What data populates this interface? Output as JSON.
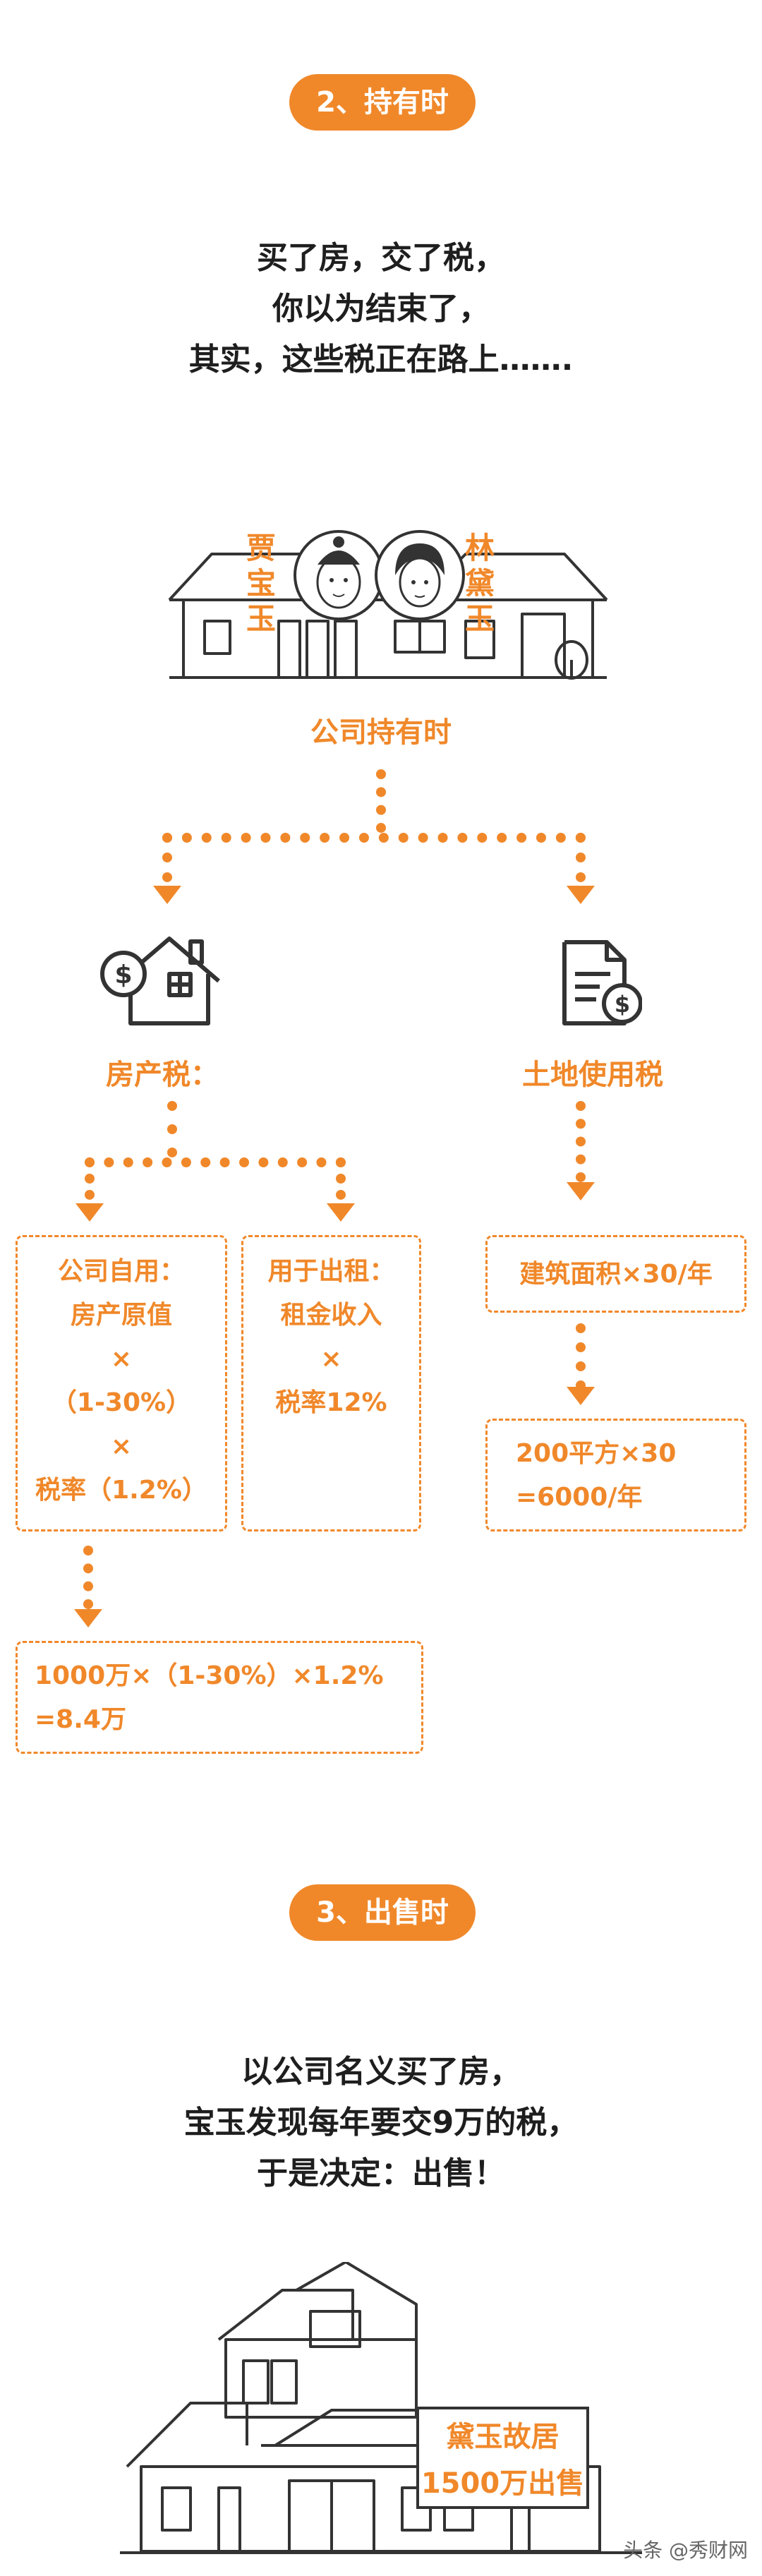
{
  "section2": {
    "badge": "2、持有时",
    "intro": [
      "买了房，交了税，",
      "你以为结束了，",
      "其实，这些税正在路上……."
    ],
    "left_name": [
      "贾",
      "宝",
      "玉"
    ],
    "right_name": [
      "林",
      "黛",
      "玉"
    ],
    "company_label": "公司持有时",
    "property_tax_label": "房产税：",
    "land_tax_label": "土地使用税",
    "box_self_use": [
      "公司自用：",
      "房产原值",
      "×",
      "（1-30%）",
      "×",
      "税率（1.2%）"
    ],
    "box_rent": [
      "用于出租：",
      "租金收入",
      "×",
      "税率12%"
    ],
    "box_land_formula": "建筑面积×30/年",
    "box_land_result": [
      "200平方×30",
      "=6000/年"
    ],
    "box_calc": [
      "1000万×（1-30%）×1.2%",
      "=8.4万"
    ]
  },
  "section3": {
    "badge": "3、出售时",
    "intro": [
      "以公司名义买了房，",
      "宝玉发现每年要交9万的税，",
      "于是决定：出售！"
    ],
    "sign": [
      "黛玉故居",
      "1500万出售"
    ]
  },
  "watermark": "头条 @秀财网",
  "colors": {
    "accent": "#f0882a",
    "line": "#333333",
    "text": "#1e1e1e"
  }
}
